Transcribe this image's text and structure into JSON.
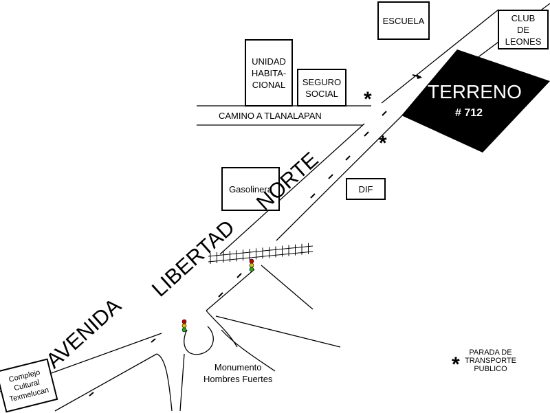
{
  "map": {
    "buildings": {
      "escuela": "ESCUELA",
      "club": "CLUB\nDE\nLEONES",
      "unidad": "UNIDAD\nHABITA-\nCIONAL",
      "seguro": "SEGURO\nSOCIAL",
      "gasolinera": "Gasolinera",
      "dif": "DIF",
      "complejo": "Complejo\nCultural\nTexmelucan"
    },
    "terreno": {
      "title": "TERRENO",
      "number": "# 712"
    },
    "streets": {
      "camino": "CAMINO A TLANALAPAN",
      "avenida_a": "AVENIDA",
      "avenida_b": "LIBERTAD",
      "avenida_c": "NORTE"
    },
    "landmark": "Monumento\nHombres Fuertes",
    "legend": {
      "symbol": "*",
      "text": "PARADA DE\nTRANSPORTE\nPUBLICO"
    },
    "bus_stop_symbol": "*",
    "colors": {
      "terreno_fill": "#000000",
      "light_red": "#cc0000",
      "light_yellow": "#e0c000",
      "light_green": "#22aa22"
    }
  }
}
